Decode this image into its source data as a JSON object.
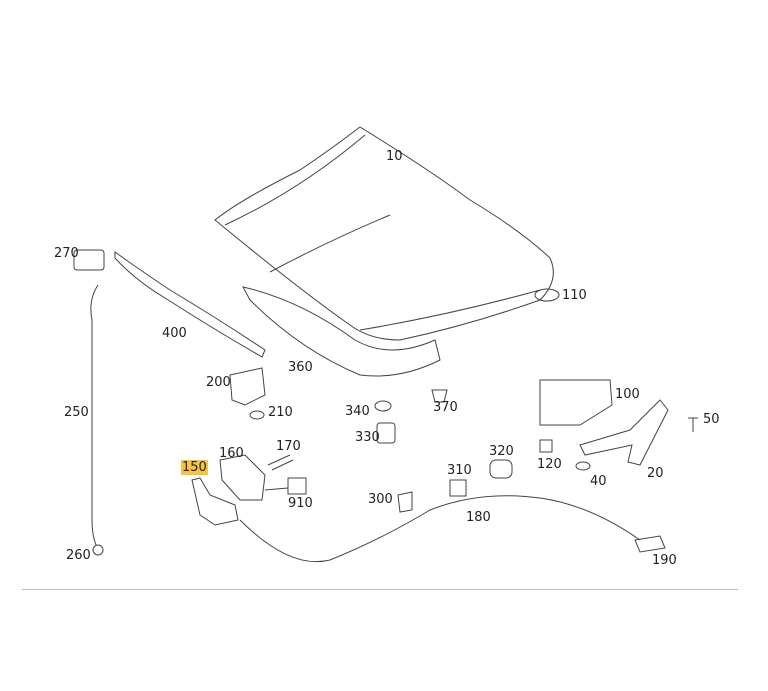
{
  "diagram": {
    "highlight_color": "#f5c542",
    "highlighted_part": "150",
    "parts": [
      "10",
      "110",
      "270",
      "400",
      "360",
      "250",
      "200",
      "210",
      "340",
      "370",
      "100",
      "50",
      "330",
      "160",
      "170",
      "150",
      "320",
      "120",
      "20",
      "310",
      "40",
      "300",
      "910",
      "180",
      "260",
      "190"
    ]
  }
}
